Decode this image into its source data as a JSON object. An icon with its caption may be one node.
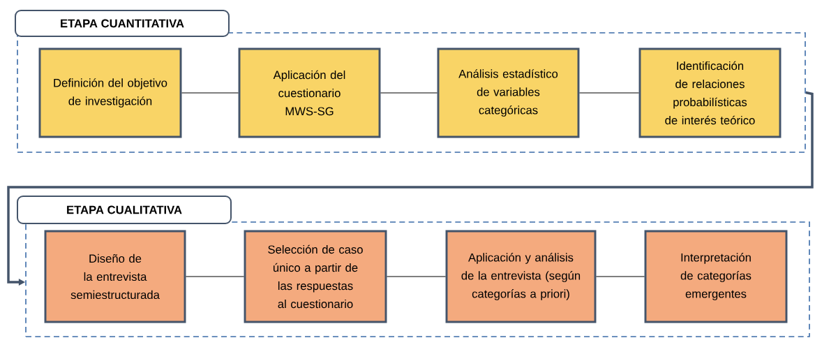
{
  "diagram": {
    "nodes": [
      {
        "text": [
          "ETAPA CUANTITATIVA"
        ]
      },
      {
        "text": [
          "Definición del objetivo de investigación"
        ],
        "in": 0
      },
      {
        "text": [
          "Aplicación del cuestionario MWS-SG"
        ],
        "in": 0
      },
      {
        "text": [
          "Análisis estadístico de variables categóricas"
        ],
        "in": 0
      },
      {
        "text": [
          "Identificación de relaciones probabilísticas de interés teórico"
        ],
        "in": 0
      },
      {
        "text": [
          "ETAPA CUALITATIVA"
        ]
      },
      {
        "text": [
          "Diseño de la entrevista semiestructurada"
        ],
        "in": 5
      },
      {
        "text": [
          "Selección de caso único a partir de las respuestas al cuestionario"
        ],
        "in": 5
      },
      {
        "text": [
          "Aplicación y análisis de la entrevista (según categorías a priori)"
        ],
        "in": 5
      },
      {
        "text": [
          "Interpretación de categorías emergentes"
        ],
        "in": 5
      }
    ],
    "edges": [
      {
        "from": 1,
        "to": 2,
        "arrow": "none"
      },
      {
        "from": 2,
        "to": 3,
        "arrow": "none"
      },
      {
        "from": 3,
        "to": 4,
        "arrow": "none"
      },
      {
        "from": 0,
        "to": 5,
        "arrow": "to",
        "style": "thick",
        "color": "#44546a"
      },
      {
        "from": 6,
        "to": 7,
        "arrow": "none"
      },
      {
        "from": 7,
        "to": 8,
        "arrow": "none"
      },
      {
        "from": 8,
        "to": 9,
        "arrow": "none"
      }
    ]
  }
}
